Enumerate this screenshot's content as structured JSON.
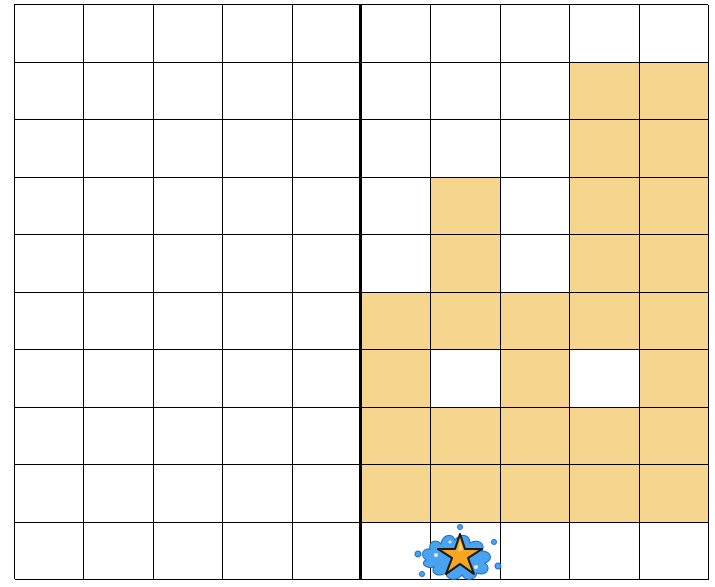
{
  "grid": {
    "rows": 10,
    "cols": 10,
    "mirror_axis_after_col": 5,
    "fill_color": "#f6d68e",
    "empty_color": "#ffffff",
    "line_color": "#000000",
    "filled": [
      "..........",
      "........##",
      "........##",
      "......#.##",
      "......#.##",
      ".....#####",
      ".....#.#.#",
      ".....#####",
      ".....#####",
      ".........."
    ]
  },
  "sprite": {
    "icon": "starfish-splash-icon",
    "star_color": "#f5a623",
    "splash_color": "#4aa3f0"
  }
}
